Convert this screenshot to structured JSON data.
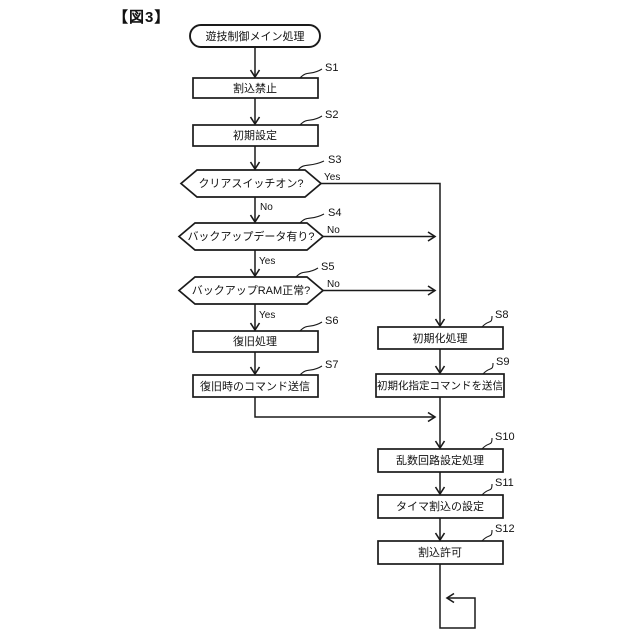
{
  "figure_label": "【図3】",
  "flowchart": {
    "start": "遊技制御メイン処理",
    "steps": [
      {
        "id": "S1",
        "label": "割込禁止"
      },
      {
        "id": "S2",
        "label": "初期設定"
      },
      {
        "id": "S3",
        "label": "クリアスイッチオン?"
      },
      {
        "id": "S4",
        "label": "バックアップデータ有り?"
      },
      {
        "id": "S5",
        "label": "バックアップRAM正常?"
      },
      {
        "id": "S6",
        "label": "復旧処理"
      },
      {
        "id": "S7",
        "label": "復旧時のコマンド送信"
      },
      {
        "id": "S8",
        "label": "初期化処理"
      },
      {
        "id": "S9",
        "label": "初期化指定コマンドを送信"
      },
      {
        "id": "S10",
        "label": "乱数回路設定処理"
      },
      {
        "id": "S11",
        "label": "タイマ割込の設定"
      },
      {
        "id": "S12",
        "label": "割込許可"
      }
    ],
    "branches": {
      "s3_yes": "Yes",
      "s3_no": "No",
      "s4_no": "No",
      "s4_yes": "Yes",
      "s5_no": "No",
      "s5_yes": "Yes"
    }
  }
}
